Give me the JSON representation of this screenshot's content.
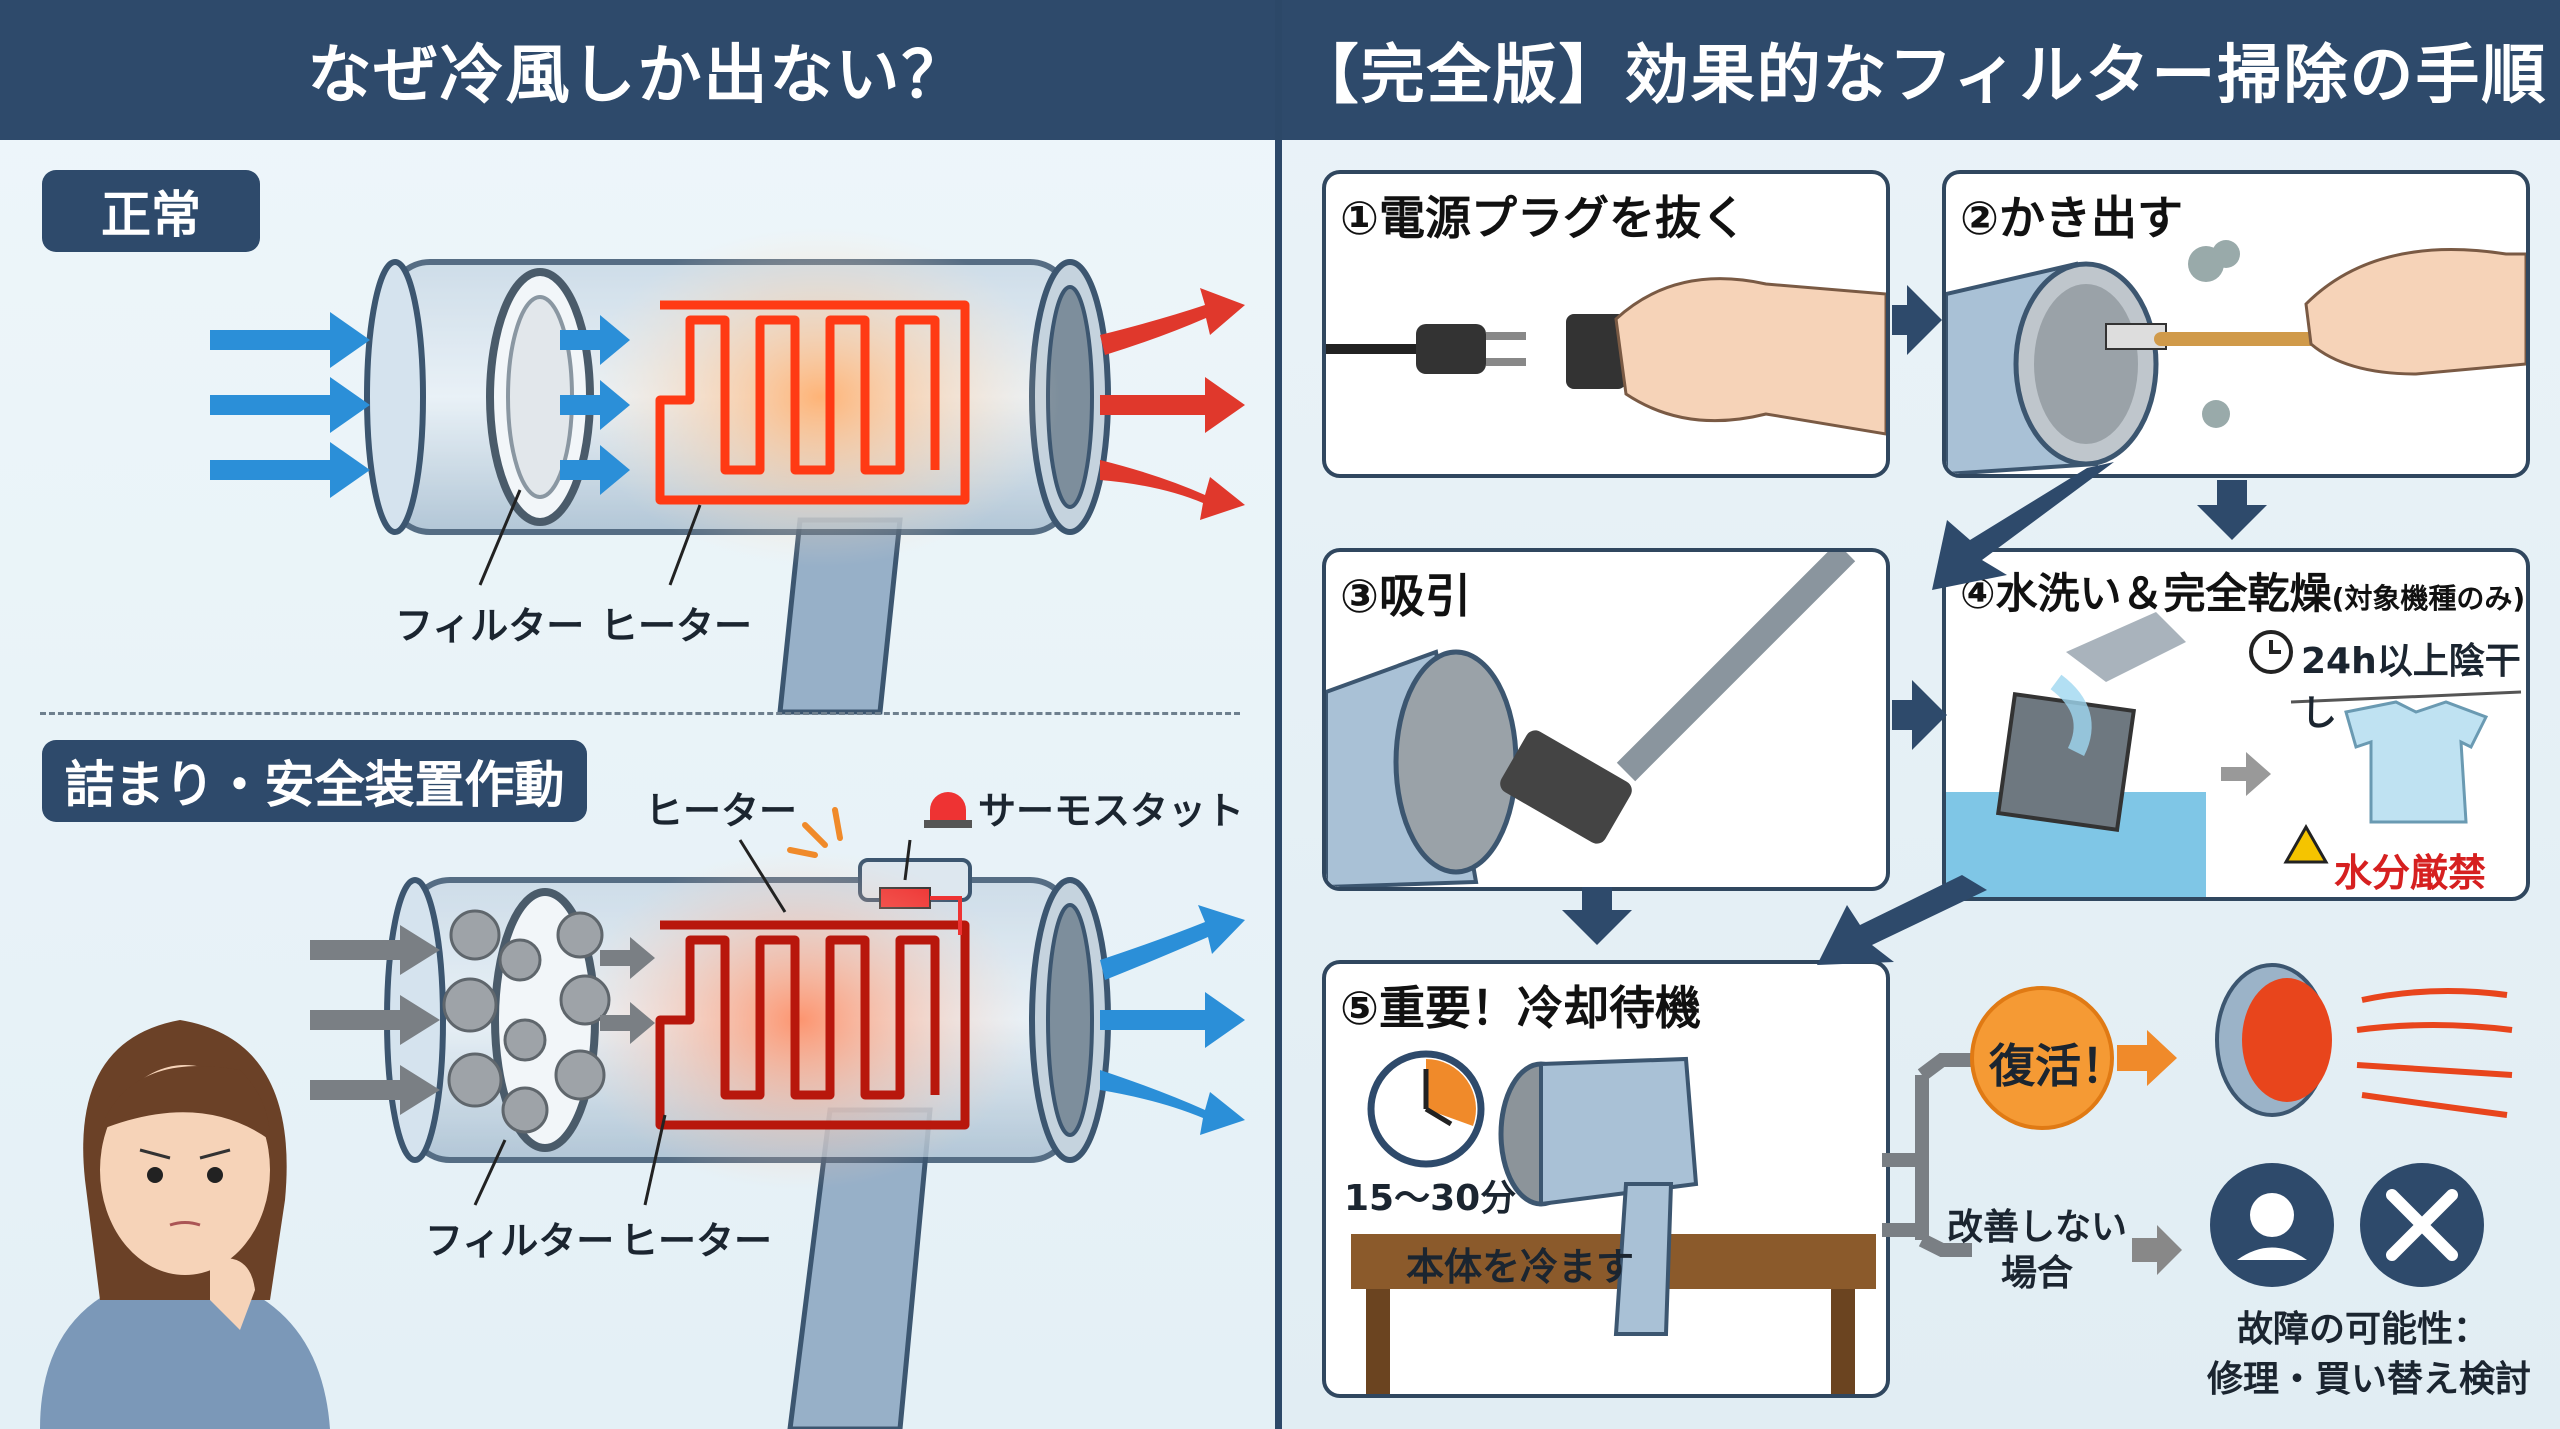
{
  "left": {
    "header": "なぜ冷風しか出ない？",
    "normal": {
      "title": "正常",
      "filter_label": "フィルター",
      "heater_label": "ヒーター"
    },
    "clogged": {
      "title": "詰まり・安全装置作動",
      "heater_label_top": "ヒーター",
      "thermostat_label": "サーモスタット",
      "filter_label": "フィルター",
      "heater_label": "ヒーター"
    }
  },
  "right": {
    "header": "【完全版】効果的なフィルター掃除の手順",
    "steps": [
      {
        "title": "①電源プラグを抜く"
      },
      {
        "title": "②かき出す"
      },
      {
        "title": "③吸引"
      },
      {
        "title": "④水洗い＆完全乾燥",
        "note": "(対象機種のみ)",
        "dry": "24h以上陰干し",
        "warning": "水分厳禁"
      },
      {
        "title": "⑤重要！冷却待機",
        "time": "15〜30分",
        "table_label": "本体を冷ます"
      }
    ],
    "outcome": {
      "revive": "復活！",
      "no_improve": "改善しない\n場合",
      "fault": "故障の可能性：",
      "fault2": "修理・買い替え検討"
    }
  },
  "colors": {
    "header": "#2e4a6b",
    "blue_arrow": "#2b8fd8",
    "red_arrow": "#e0382c",
    "orange": "#f08a2a"
  }
}
